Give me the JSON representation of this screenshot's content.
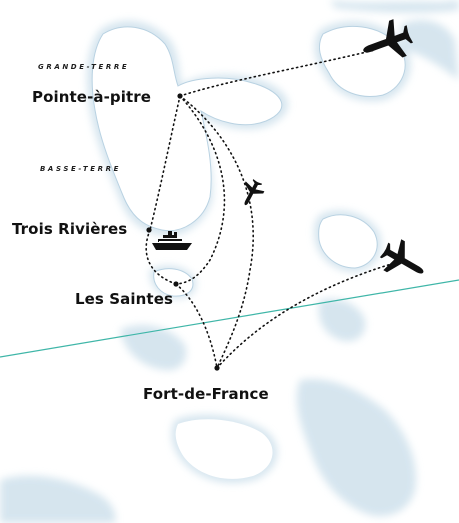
{
  "map": {
    "regions": {
      "grande_terre": "GRANDE-TERRE",
      "basse_terre": "BASSE-TERRE"
    },
    "cities": {
      "pointe_a_pitre": "Pointe-à-pitre",
      "trois_rivieres": "Trois Rivières",
      "les_saintes": "Les Saintes",
      "fort_de_france": "Fort-de-France"
    },
    "icons": [
      "airplane-icon",
      "ship-icon"
    ],
    "colors": {
      "land": "#ffffff",
      "coast_shadow": "#dbe8f0",
      "sea": "#ffffff",
      "route": "#111111",
      "divider": "#3fb6a8"
    }
  }
}
